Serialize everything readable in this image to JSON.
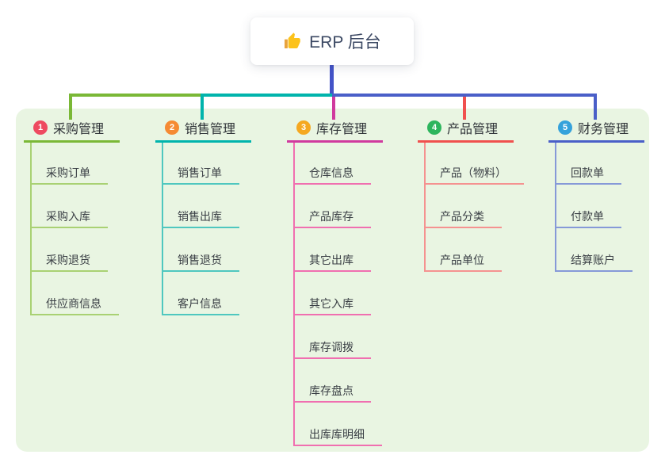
{
  "root": {
    "label": "ERP 后台",
    "icon": "thumbs-up-icon"
  },
  "canvas": {
    "background": "#ffffff",
    "panel_background": "#e9f5e2"
  },
  "connectors": {
    "root_drop": "#4353c8"
  },
  "branches": [
    {
      "num": "1",
      "slug": "purchase-management",
      "label": "采购管理",
      "colors": {
        "badge": "#ee4a60",
        "line": "#7ab836",
        "item_line": "#a9d173"
      },
      "items": [
        "采购订单",
        "采购入库",
        "采购退货",
        "供应商信息"
      ]
    },
    {
      "num": "2",
      "slug": "sales-management",
      "label": "销售管理",
      "colors": {
        "badge": "#f58a33",
        "line": "#00b4ac",
        "item_line": "#4fc7bf"
      },
      "items": [
        "销售订单",
        "销售出库",
        "销售退货",
        "客户信息"
      ]
    },
    {
      "num": "3",
      "slug": "inventory-management",
      "label": "库存管理",
      "colors": {
        "badge": "#f5a820",
        "line": "#d03a9e",
        "item_line": "#f06fb0"
      },
      "items": [
        "仓库信息",
        "产品库存",
        "其它出库",
        "其它入库",
        "库存调拨",
        "库存盘点",
        "出库库明细"
      ]
    },
    {
      "num": "4",
      "slug": "product-management",
      "label": "产品管理",
      "colors": {
        "badge": "#2db55d",
        "line": "#f0504e",
        "item_line": "#f59290"
      },
      "items": [
        "产品（物料）",
        "产品分类",
        "产品单位"
      ]
    },
    {
      "num": "5",
      "slug": "finance-management",
      "label": "财务管理",
      "colors": {
        "badge": "#35a2db",
        "line": "#4a5fc8",
        "item_line": "#8699d8"
      },
      "items": [
        "回款单",
        "付款单",
        "结算账户"
      ]
    }
  ]
}
